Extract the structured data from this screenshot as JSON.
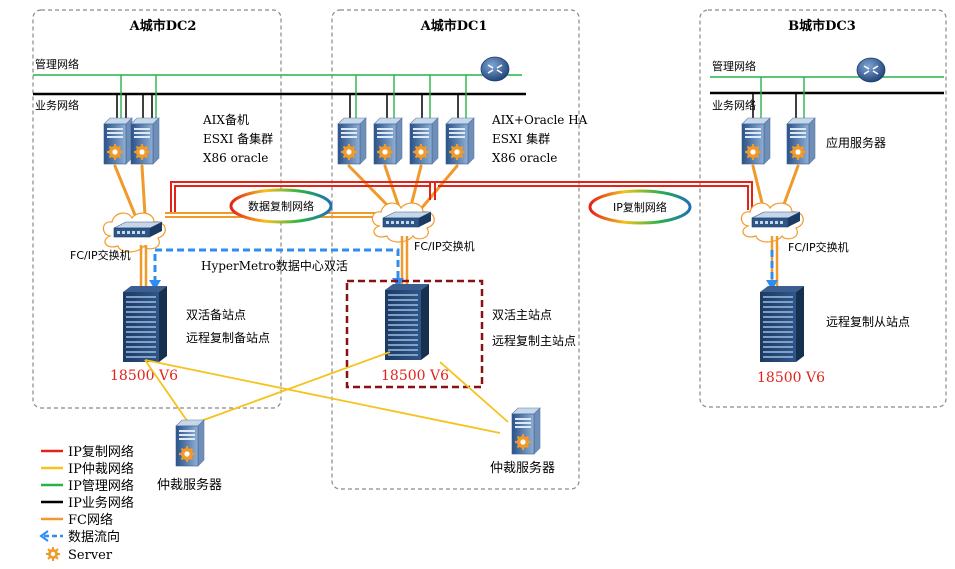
{
  "datacenters": {
    "dc2": {
      "title": "A城市DC2",
      "mgmt_net": "管理网络",
      "biz_net": "业务网络",
      "server_desc": [
        "AIX备机",
        "ESXI 备集群",
        "X86  oracle"
      ],
      "switch_label": "FC/IP交换机",
      "storage_roles": [
        "双活备站点",
        "远程复制备站点"
      ],
      "storage_model": "18500 V6"
    },
    "dc1": {
      "title": "A城市DC1",
      "server_desc": [
        "AIX+Oracle HA",
        "ESXI 集群",
        "X86   oracle"
      ],
      "switch_label": "FC/IP交换机",
      "storage_roles": [
        "双活主站点",
        "远程复制主站点"
      ],
      "storage_model": "18500 V6",
      "arbiter": "仲裁服务器"
    },
    "dc3": {
      "title": "B城市DC3",
      "mgmt_net": "管理网络",
      "biz_net": "业务网络",
      "server_desc": "应用服务器",
      "switch_label": "FC/IP交换机",
      "storage_role": "远程复制从站点",
      "storage_model": "18500 V6"
    }
  },
  "links": {
    "data_replication": "数据复制网络",
    "ip_replication": "IP复制网络",
    "hypermetro": "HyperMetro数据中心双活"
  },
  "arbiter_left": "仲裁服务器",
  "legend": [
    {
      "label": "IP复制网络",
      "color": "#e2231a",
      "style": "solid"
    },
    {
      "label": "IP仲裁网络",
      "color": "#f6c21c",
      "style": "solid"
    },
    {
      "label": "IP管理网络",
      "color": "#27b24a",
      "style": "solid"
    },
    {
      "label": "IP业务网络",
      "color": "#000000",
      "style": "solid"
    },
    {
      "label": "FC网络",
      "color": "#f19a2c",
      "style": "solid"
    },
    {
      "label": "数据流向",
      "color": "#2f8cf0",
      "style": "dashed"
    },
    {
      "label": "Server",
      "color": "#f19a2c",
      "style": "gear"
    }
  ]
}
